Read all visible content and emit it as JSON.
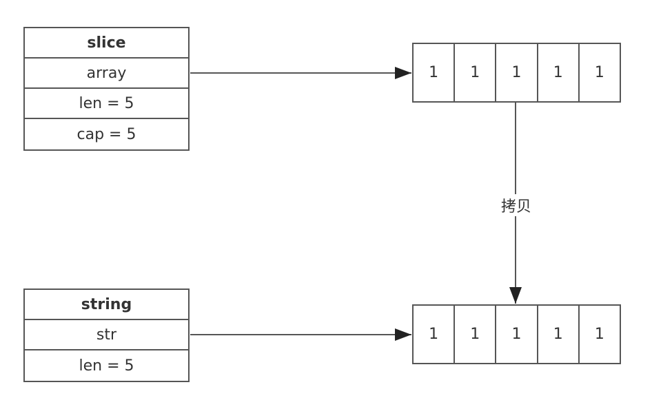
{
  "slice_struct": {
    "title": "slice",
    "fields": [
      "array",
      "len = 5",
      "cap = 5"
    ]
  },
  "string_struct": {
    "title": "string",
    "fields": [
      "str",
      "len = 5"
    ]
  },
  "array_top": {
    "cells": [
      "1",
      "1",
      "1",
      "1",
      "1"
    ]
  },
  "array_bottom": {
    "cells": [
      "1",
      "1",
      "1",
      "1",
      "1"
    ]
  },
  "copy_edge": {
    "label": "拷贝"
  },
  "colors": {
    "stroke": "#555555",
    "text": "#333333",
    "background": "#ffffff"
  }
}
